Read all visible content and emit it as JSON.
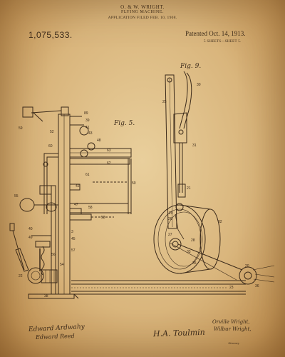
{
  "header": {
    "inventors": "O. & W. WRIGHT.",
    "title": "FLYING MACHINE.",
    "filed": "APPLICATION FILED FEB. 10, 1908.",
    "patent_number": "1,075,533.",
    "patented": "Patented Oct. 14, 1913.",
    "sheets": "5 SHEETS—SHEET 5."
  },
  "figures": {
    "fig5": "Fig. 5.",
    "fig9": "Fig. 9."
  },
  "labels": {
    "l20": "20",
    "l21": "21",
    "l22": "22",
    "l23": "23",
    "l25": "25",
    "l26": "26",
    "l27": "27",
    "l28": "28",
    "l29": "29",
    "l30": "30",
    "l31": "31",
    "l32": "32",
    "l33": "33",
    "l35": "35",
    "l36": "36",
    "l38": "38",
    "l39": "39",
    "l40": "40",
    "l41": "41",
    "l42": "42",
    "l43": "43",
    "l45": "45",
    "l47": "47",
    "l48": "48",
    "l49": "49",
    "l50": "50",
    "l52": "52",
    "l53": "53",
    "l54": "54",
    "l55": "55",
    "l56": "56",
    "l57": "57",
    "l58": "58",
    "l59": "59",
    "l60": "60",
    "l61": "61",
    "l62": "62",
    "l63": "63",
    "l89": "89",
    "l3": "3"
  },
  "signatures": {
    "witness_1": "Edward Ardwahy",
    "witness_2": "Edward Reed",
    "inventor_1": "Orville Wright,",
    "inventor_2": "Wilbur Wright,",
    "attorney_signature": "H.A. Toulmin",
    "attorney_label": "Attorney"
  },
  "colors": {
    "paper": "#d9b57c",
    "ink": "#3b2a1a"
  }
}
